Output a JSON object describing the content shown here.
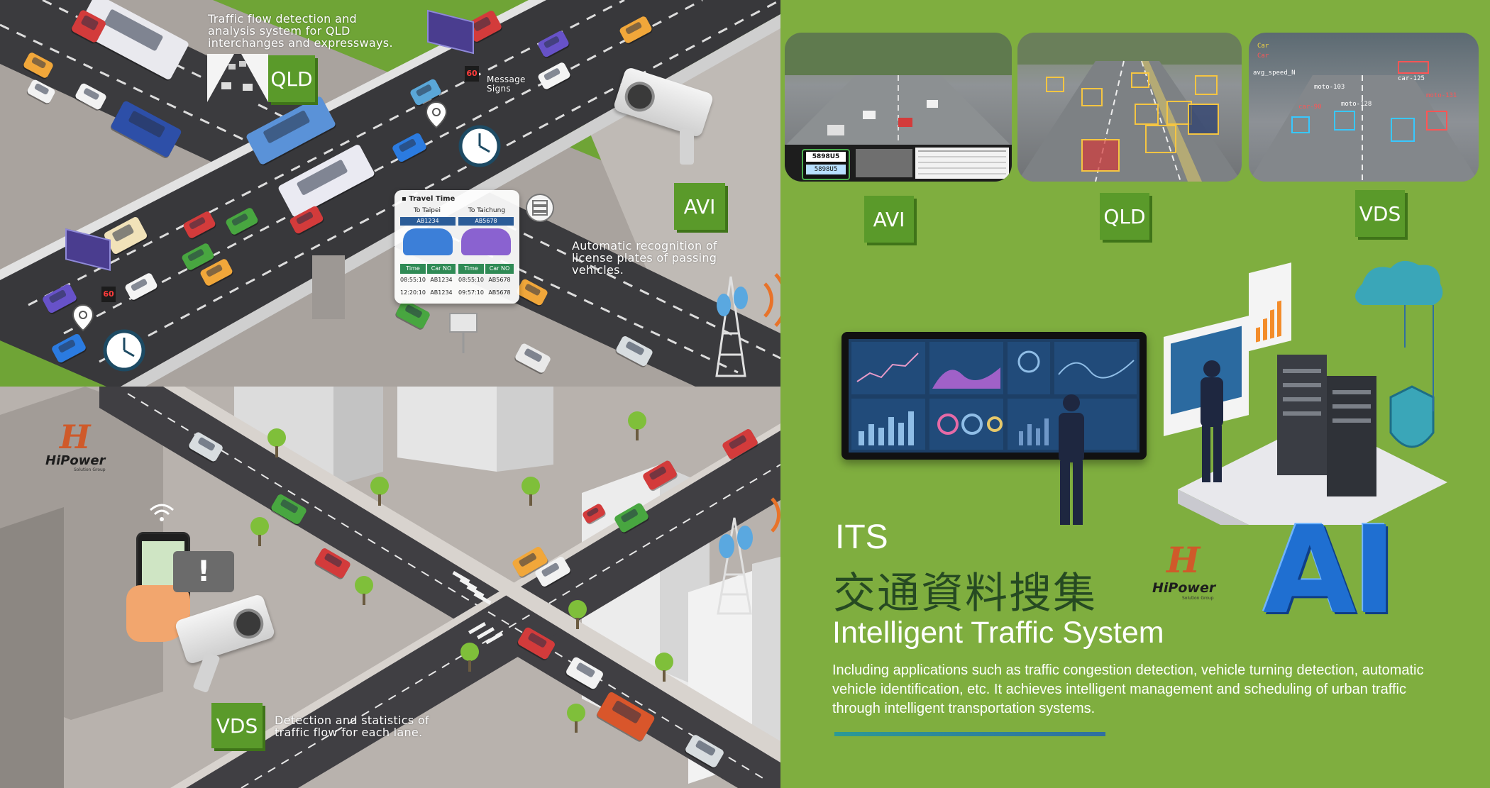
{
  "colors": {
    "panel_green": "#7fae3f",
    "tag_green": "#5a9a2a",
    "heading_dark_green": "#264a22",
    "accent_orange": "#e8732a",
    "ai_blue": "#1f6fd1"
  },
  "left": {
    "qld_callout": "Traffic flow detection and\nanalysis system for QLD\ninterchanges and expressways.",
    "qld_tag": "QLD",
    "message_signs_label": "Message\nSigns",
    "avi_tag": "AVI",
    "avi_callout": "Automatic recognition of\nlicense plates of passing\nvehicles.",
    "vds_tag": "VDS",
    "vds_callout": "Detection and statistics of\ntraffic flow for each lane.",
    "sign_number": "60",
    "travel_panel": {
      "title": "▪ Travel Time",
      "dest_1": "To Taipei",
      "dest_2": "To Taichung",
      "plate_1": "AB1234",
      "plate_2": "AB5678",
      "col_time": "Time",
      "col_car": "Car NO",
      "rows": [
        [
          "08:55:10",
          "AB1234",
          "08:55:10",
          "AB5678"
        ],
        [
          "12:20:10",
          "AB1234",
          "09:57:10",
          "AB5678"
        ]
      ]
    },
    "logo": {
      "name": "HiPower",
      "sub": "Solution Group"
    }
  },
  "right": {
    "screenshots": [
      {
        "tag": "AVI",
        "plate_text": "5898U5",
        "plate_read": "5898U5"
      },
      {
        "tag": "QLD"
      },
      {
        "tag": "VDS",
        "labels": [
          "Car",
          "Car",
          "avg_speed_N",
          "moto-103",
          "car-90",
          "moto-128",
          "moto-131",
          "car-125"
        ]
      }
    ],
    "title_its": "ITS",
    "title_zh": "交通資料搜集",
    "title_en": "Intelligent Traffic System",
    "description": "Including applications such as traffic congestion detection, vehicle turning detection, automatic vehicle identification, etc.  It achieves intelligent management and scheduling of urban  traffic through intelligent transportation systems.",
    "logo": {
      "name": "HiPower",
      "sub": "Solution Group"
    },
    "ai_label": "AI"
  }
}
